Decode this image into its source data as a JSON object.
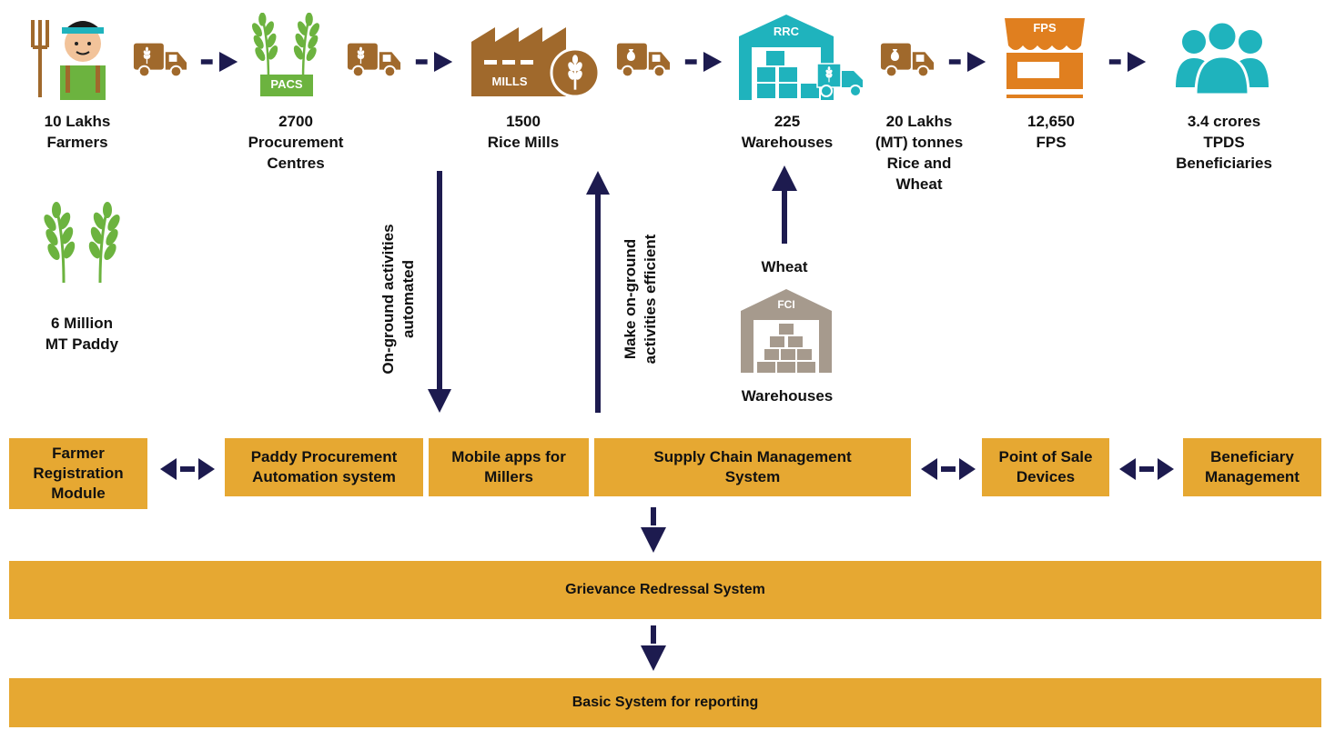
{
  "colors": {
    "truck": "#a0692c",
    "arrow": "#1d1b4f",
    "green": "#6cb33f",
    "mill": "#a0692c",
    "teal": "#1fb3bd",
    "orange": "#e07f1f",
    "box": "#e6a832",
    "fci": "#a69a8d"
  },
  "icons": {
    "truck_cargo": [
      "wheat-icon",
      "wheat-icon",
      "sack-icon",
      "wheat-icon"
    ]
  },
  "flow": {
    "farmers": "10 Lakhs\nFarmers",
    "procurement": "2700\nProcurement\nCentres",
    "pacs_sign": "PACS",
    "mills": "1500\nRice Mills",
    "mills_sign": "MILLS",
    "warehouses": "225\nWarehouses",
    "rrc_sign": "RRC",
    "tonnes": "20 Lakhs\n(MT) tonnes\nRice and\nWheat",
    "fps": "12,650\nFPS",
    "fps_sign": "FPS",
    "beneficiaries": "3.4 crores\nTPDS\nBeneficiaries"
  },
  "paddy": "6 Million\nMT Paddy",
  "vertical": {
    "automated": "On-ground activities\nautomated",
    "efficient": "Make on-ground\nactivities efficient"
  },
  "wheat_label": "Wheat",
  "fci": {
    "sign": "FCI",
    "label": "Warehouses"
  },
  "modules": {
    "farmer_reg": "Farmer\nRegistration\nModule",
    "paddy_proc": "Paddy Procurement\nAutomation system",
    "mobile_apps": "Mobile apps for\nMillers",
    "scm": "Supply Chain Management\nSystem",
    "pos": "Point of Sale\nDevices",
    "beneficiary": "Beneficiary\nManagement"
  },
  "grievance": "Grievance Redressal System",
  "reporting": "Basic System for reporting"
}
